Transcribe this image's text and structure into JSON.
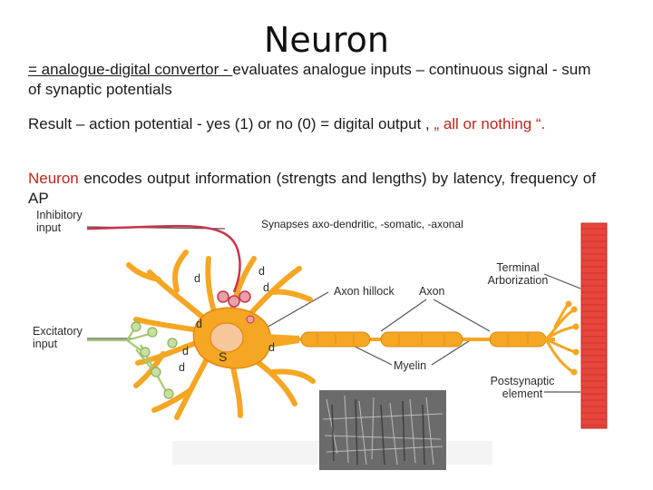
{
  "slide": {
    "title": "Neuron",
    "p1_underlined": "= analogue-digital convertor  - ",
    "p1_rest": "evaluates analogue inputs – continuous signal  - sum of synaptic potentials",
    "p2_text": "Result – action potential - yes (1) or no (0) = digital output , ",
    "p2_red": "„ all or nothing “.",
    "p3_red": "Neuron",
    "p3_rest": " encodes output information (strengts and lengths) by latency, frequency of AP"
  },
  "diagram": {
    "synapses_caption": "Synapses axo-dendritic, -somatic, -axonal",
    "labels": {
      "inhibitory": "Inhibitory\ninput",
      "excitatory": "Excitatory\ninput",
      "axon_hillock": "Axon hillock",
      "axon": "Axon",
      "myelin": "Myelin",
      "terminal": "Terminal\nArborization",
      "postsynaptic": "Postsynaptic\nelement"
    },
    "markers": {
      "d": "d",
      "s": "S"
    },
    "colors": {
      "neuron": "#f5a623",
      "neuron_edge": "#e08a12",
      "soma": "#f6c79b",
      "inhibitory": "#c8334a",
      "excitatory": "#a6c870",
      "postsynaptic": "#e8453c",
      "label": "#555555"
    }
  }
}
